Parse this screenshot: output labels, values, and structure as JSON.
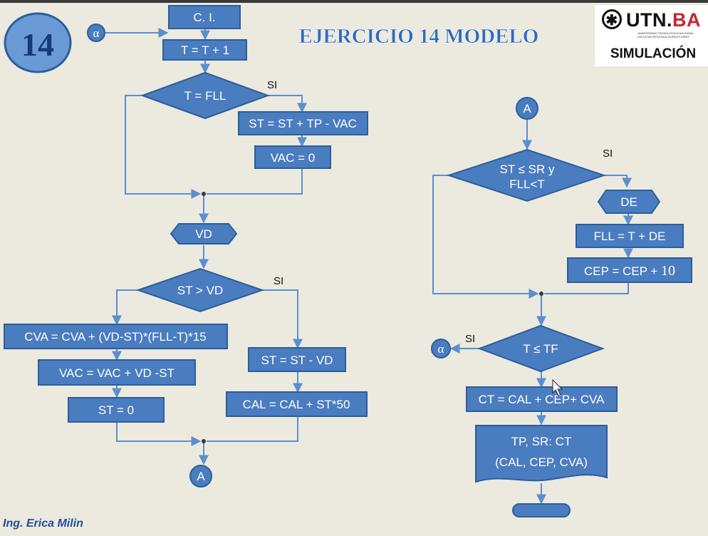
{
  "title": "EJERCICIO 14 MODELO",
  "exercise_number": "14",
  "logo": {
    "name_main": "UTN.",
    "name_accent": "BA",
    "subtitle_line1": "UNIVERSIDAD TECNOLÓGICA NACIONAL",
    "subtitle_line2": "FACULTAD REGIONAL BUENOS AIRES",
    "department": "SIMULACIÓN"
  },
  "author": "Ing. Erica Milin",
  "colors": {
    "shape_fill": "#4a7cc0",
    "shape_stroke": "#2c5e9a",
    "line": "#5b8fcf",
    "background": "#ece9df",
    "title": "#2d6bbf",
    "badge_fill": "#6a9ad6"
  },
  "flow": {
    "ci": "C. I.",
    "alpha_in": "α",
    "t_inc": "T = T + 1",
    "dec_fll": "T = FLL",
    "si_1": "SI",
    "st_tp": "ST = ST + TP - VAC",
    "vac_zero": "VAC = 0",
    "vd": "VD",
    "dec_st_vd": "ST > VD",
    "si_2": "SI",
    "cva": "CVA = CVA + (VD-ST)*(FLL-T)*15",
    "vac_upd": "VAC = VAC + VD -ST",
    "st_zero": "ST = 0",
    "st_minus": "ST = ST - VD",
    "cal": "CAL = CAL + ST*50",
    "conn_a_bottom": "A",
    "conn_a_top": "A",
    "dec_sr_line1": "ST ≤ SR y",
    "dec_sr_line2": "FLL<T",
    "si_3": "SI",
    "de": "DE",
    "fll_upd": "FLL = T + DE",
    "cep_prefix": "CEP = CEP + ",
    "cep_amount": "10",
    "dec_tf": "T ≤ TF",
    "si_4": "SI",
    "alpha_out": "α",
    "ct": "CT = CAL + CEP+ CVA",
    "out_line1": "TP, SR: CT",
    "out_line2": "(CAL, CEP, CVA)"
  }
}
